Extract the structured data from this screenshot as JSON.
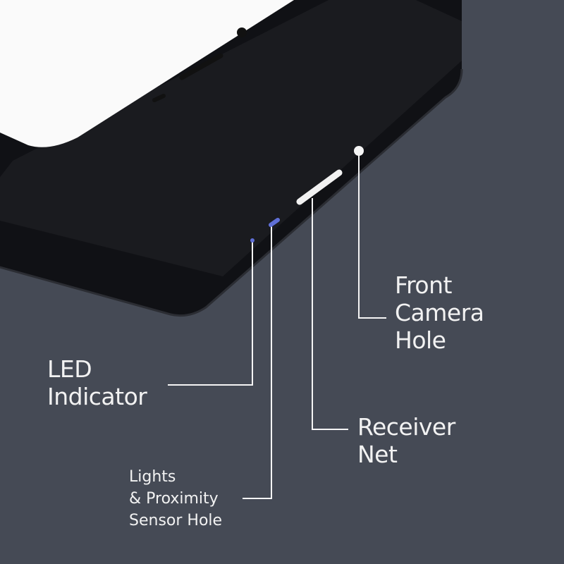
{
  "colors": {
    "background": "#454a55",
    "phone_body": "#101115",
    "phone_edge": "#2b2d33",
    "screen_panel": "#fafafa",
    "display_area": "#1a1b1f",
    "callout_line": "#f5f5f5",
    "label_text": "#f2f2f2",
    "sensor_dot": "#5f6fd6"
  },
  "labels": {
    "front_camera": [
      "Front",
      "Camera",
      "Hole"
    ],
    "led": [
      "LED",
      "Indicator"
    ],
    "receiver": [
      "Receiver",
      "Net"
    ],
    "sensor": [
      "Lights",
      "& Proximity",
      "Sensor Hole"
    ]
  }
}
